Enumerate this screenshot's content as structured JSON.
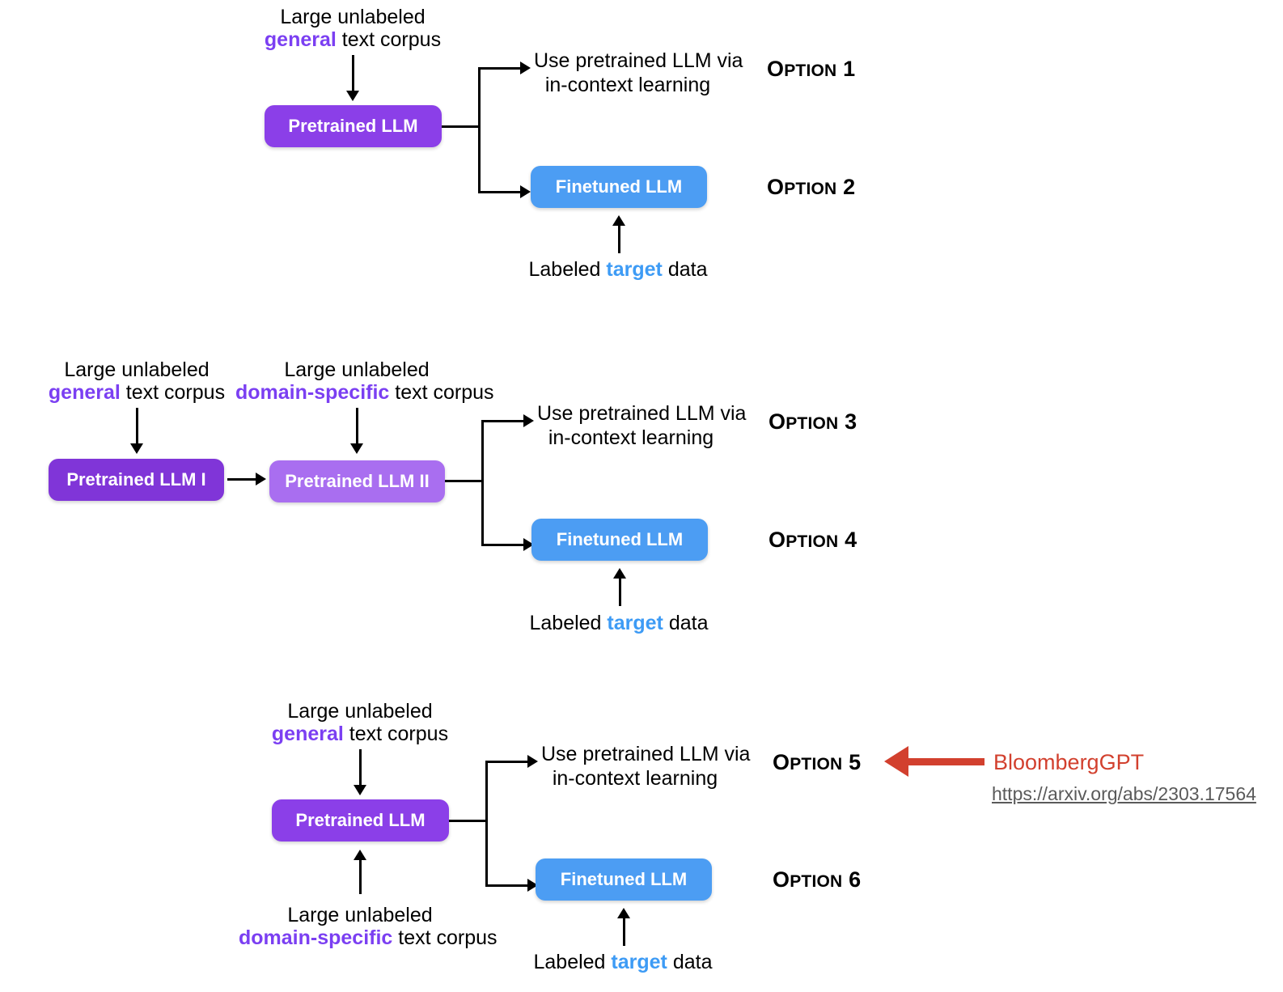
{
  "diagram": {
    "title": "LLM pretraining and finetuning options",
    "colors": {
      "purple_dark": "#8035d8",
      "purple": "#8b3fe8",
      "purple_light": "#a96ef0",
      "blue": "#4c9df3",
      "highlight_purple_text": "#7b3ff2",
      "highlight_blue_text": "#3d9bf5",
      "annotation_red": "#d2402e",
      "url_gray": "#5a5a5a",
      "line_black": "#000000"
    }
  },
  "sections": [
    {
      "id": "section-1",
      "corpus_top": {
        "line1": "Large unlabeled",
        "emph": "general",
        "suffix": " text corpus"
      },
      "node": "Pretrained LLM",
      "icl_label_line1": "Use pretrained LLM via",
      "icl_label_line2": "in-context learning",
      "finetuned_node": "Finetuned LLM",
      "target_data": {
        "prefix": "Labeled ",
        "emph": "target",
        "suffix": " data"
      },
      "option_icl": {
        "cap": "O",
        "smallcaps": "PTION",
        "number": "1"
      },
      "option_ft": {
        "cap": "O",
        "smallcaps": "PTION",
        "number": "2"
      }
    },
    {
      "id": "section-2",
      "corpus_left": {
        "line1": "Large unlabeled",
        "emph": "general",
        "suffix": " text corpus"
      },
      "corpus_right": {
        "line1": "Large unlabeled",
        "emph": "domain-specific",
        "suffix": " text corpus"
      },
      "node_one": "Pretrained LLM I",
      "node_two": "Pretrained LLM II",
      "icl_label_line1": "Use pretrained LLM via",
      "icl_label_line2": "in-context learning",
      "finetuned_node": "Finetuned LLM",
      "target_data": {
        "prefix": "Labeled ",
        "emph": "target",
        "suffix": " data"
      },
      "option_icl": {
        "cap": "O",
        "smallcaps": "PTION",
        "number": "3"
      },
      "option_ft": {
        "cap": "O",
        "smallcaps": "PTION",
        "number": "4"
      }
    },
    {
      "id": "section-3",
      "corpus_top": {
        "line1": "Large unlabeled",
        "emph": "general",
        "suffix": " text corpus"
      },
      "corpus_bottom": {
        "line1": "Large unlabeled",
        "emph": "domain-specific",
        "suffix": " text corpus"
      },
      "node": "Pretrained LLM",
      "icl_label_line1": "Use pretrained LLM via",
      "icl_label_line2": "in-context learning",
      "finetuned_node": "Finetuned LLM",
      "target_data": {
        "prefix": "Labeled ",
        "emph": "target",
        "suffix": " data"
      },
      "option_icl": {
        "cap": "O",
        "smallcaps": "PTION",
        "number": "5"
      },
      "option_ft": {
        "cap": "O",
        "smallcaps": "PTION",
        "number": "6"
      }
    }
  ],
  "annotation": {
    "label": "BloombergGPT",
    "url": "https://arxiv.org/abs/2303.17564"
  }
}
